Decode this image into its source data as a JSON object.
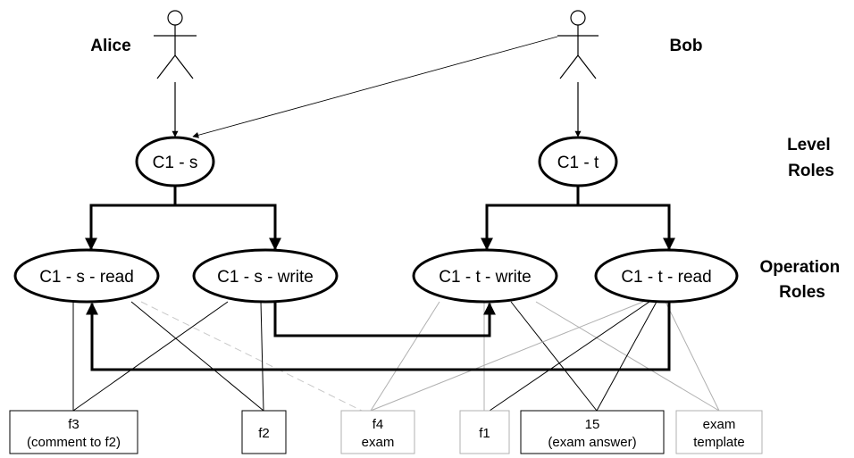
{
  "actors": {
    "alice": "Alice",
    "bob": "Bob"
  },
  "section_labels": {
    "level": [
      "Level",
      "Roles"
    ],
    "operation": [
      "Operation",
      "Roles"
    ]
  },
  "level_roles": {
    "c1_s": "C1 - s",
    "c1_t": "C1 - t"
  },
  "operation_roles": {
    "c1_s_read": "C1 - s - read",
    "c1_s_write": "C1 - s - write",
    "c1_t_write": "C1 - t - write",
    "c1_t_read": "C1 - t - read"
  },
  "files": {
    "f3": [
      "f3",
      "(comment to f2)"
    ],
    "f2": [
      "f2"
    ],
    "f4": [
      "f4",
      "exam"
    ],
    "f1": [
      "f1"
    ],
    "f15": [
      "15",
      "(exam answer)"
    ],
    "exam_template": [
      "exam",
      "template"
    ]
  },
  "colors": {
    "primary": "#000000",
    "faded": "#b0b0b0",
    "dashed": "#c8c8c8"
  }
}
